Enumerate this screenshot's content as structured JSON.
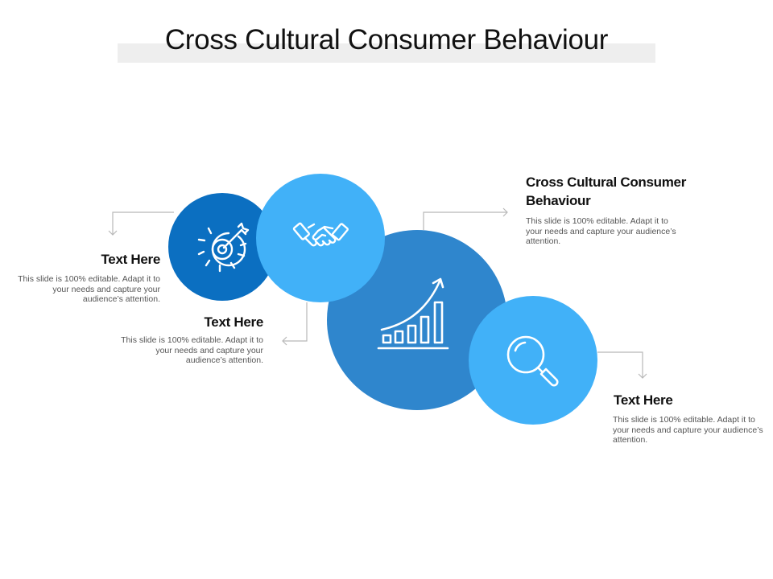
{
  "title": "Cross Cultural Consumer Behaviour",
  "colors": {
    "dark_blue": "#0b6fc1",
    "light_blue": "#41b1f8",
    "mid_blue": "#2f86cd",
    "connector": "#b8b8b8"
  },
  "icons": {
    "gear": "gear-target-icon",
    "handshake": "handshake-icon",
    "chart": "growth-chart-icon",
    "search": "magnifier-icon"
  },
  "items": [
    {
      "heading": "Text Here",
      "body": "This slide is 100% editable. Adapt it to your needs and capture your audience’s attention."
    },
    {
      "heading": "Text Here",
      "body": "This slide is 100% editable. Adapt it to your needs and capture your audience’s attention."
    },
    {
      "heading": "Cross Cultural Consumer Behaviour",
      "body": "This slide is 100% editable. Adapt it to your needs and capture your audience’s attention."
    },
    {
      "heading": "Text Here",
      "body": "This slide is 100% editable. Adapt it to your needs and capture your audience’s attention."
    }
  ]
}
